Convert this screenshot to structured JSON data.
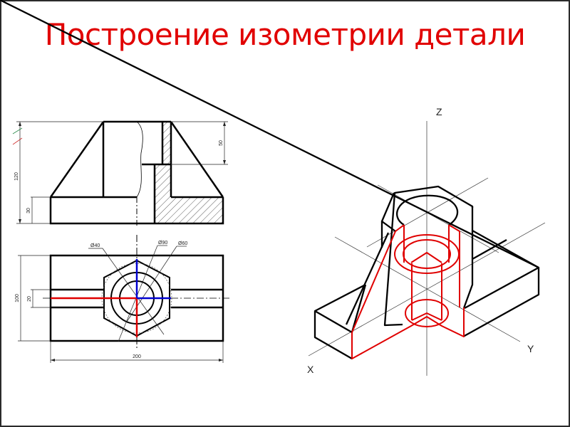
{
  "slide": {
    "title": "Построение изометрии детали"
  },
  "front_view": {
    "dimensions": {
      "total_height": "120",
      "base_height": "30",
      "hole_depth": "50"
    }
  },
  "top_view": {
    "dimensions": {
      "width": "200",
      "depth": "100",
      "slot": "20",
      "diameter_outer": "Ø40",
      "diameter_mid": "Ø90",
      "diameter_inner": "Ø60"
    }
  },
  "isometric_view": {
    "axes": {
      "z": "Z",
      "x": "X",
      "y": "Y"
    }
  },
  "colors": {
    "title": "#e10000",
    "section_red": "#e00000",
    "axis_blue": "#0000d0",
    "outline": "#000000"
  }
}
